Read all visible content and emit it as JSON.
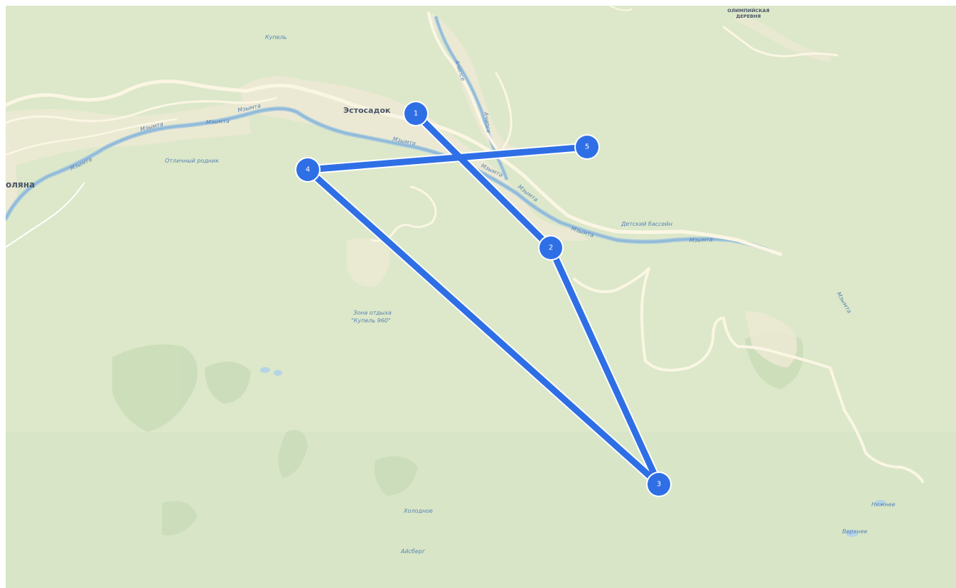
{
  "map": {
    "labels": {
      "estosadok": "Эстосадок",
      "olimp1": "ОЛИМПИЙСКАЯ",
      "olimp2": "ДЕРЕВНЯ",
      "polyana": "оляна",
      "kupel": "Купель",
      "rodnik": "Отличный родник",
      "zona1": "Зона отдыха",
      "zona2": "\"Купель 960\"",
      "basseyn": "Детский бассейн",
      "holodnoe": "Холодное",
      "aysberg": "Айсберг",
      "nizhnee": "Нижнее",
      "verhnee": "Верхнее",
      "achipse_1": "Ачипсе",
      "achipse_2": "Ачипсе",
      "mzymta_1": "Мзымта",
      "mzymta_2": "Мзымта",
      "mzymta_3": "Мзымта",
      "mzymta_4": "Мзымта",
      "mzymta_5": "Мзымта",
      "mzymta_6": "Мзымта",
      "mzymta_7": "Мзымта",
      "mzymta_8": "Мзымта",
      "mzymta_9": "Мзымта",
      "mzymta_10": "Мзымта"
    },
    "route": {
      "color": "#2f6fe6",
      "points": [
        "1",
        "2",
        "3",
        "4",
        "5"
      ]
    }
  }
}
